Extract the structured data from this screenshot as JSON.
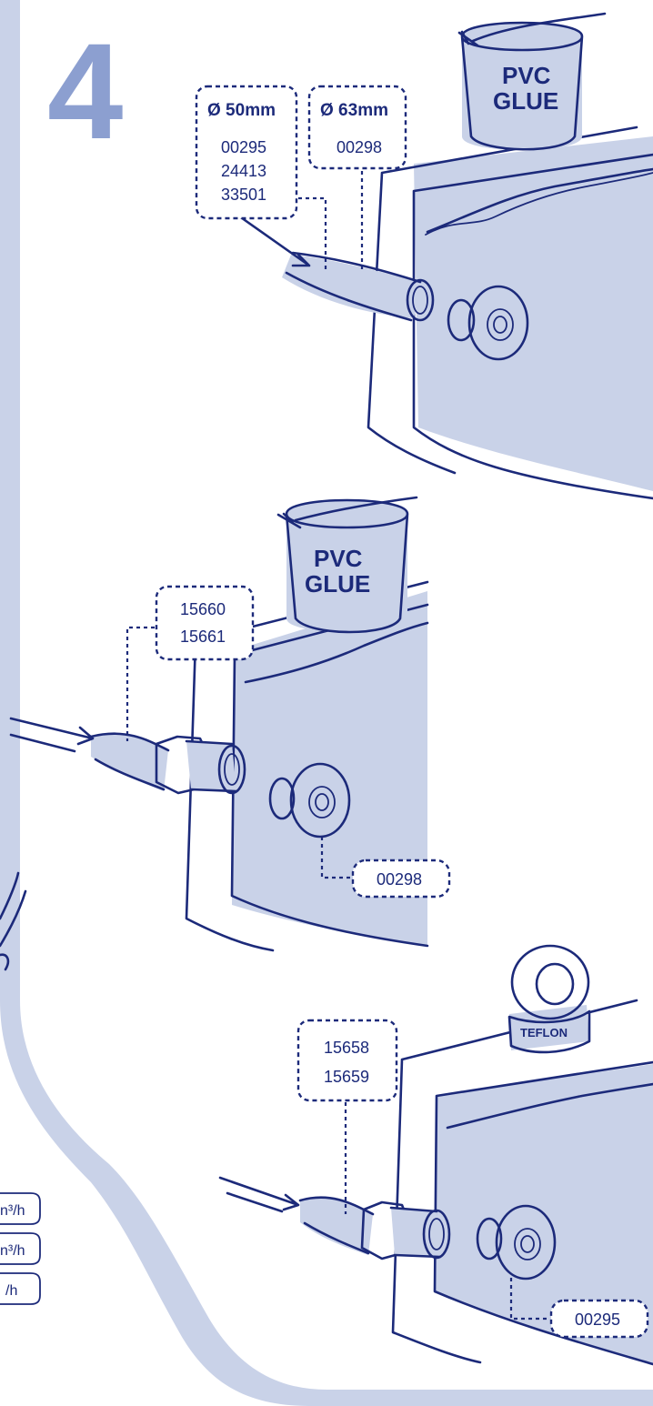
{
  "step": {
    "number": "4"
  },
  "panel1": {
    "glue_label_line1": "PVC",
    "glue_label_line2": "GLUE",
    "box_50": {
      "title": "Ø 50mm",
      "codes": [
        "00295",
        "24413",
        "33501"
      ]
    },
    "box_63": {
      "title": "Ø 63mm",
      "codes": [
        "00298"
      ]
    }
  },
  "panel2": {
    "glue_label_line1": "PVC",
    "glue_label_line2": "GLUE",
    "fitting_codes": [
      "15660",
      "15661"
    ],
    "nozzle_code": "00298"
  },
  "panel3": {
    "tape_label": "TEFLON",
    "fitting_codes": [
      "15658",
      "15659"
    ],
    "nozzle_code": "00295"
  },
  "left_partial_labels": [
    "n³/h",
    "n³/h",
    "/h"
  ],
  "colors": {
    "ink": "#1c2a7a",
    "pale_blue": "#c9d2e8",
    "step_number": "#8c9fd0"
  }
}
